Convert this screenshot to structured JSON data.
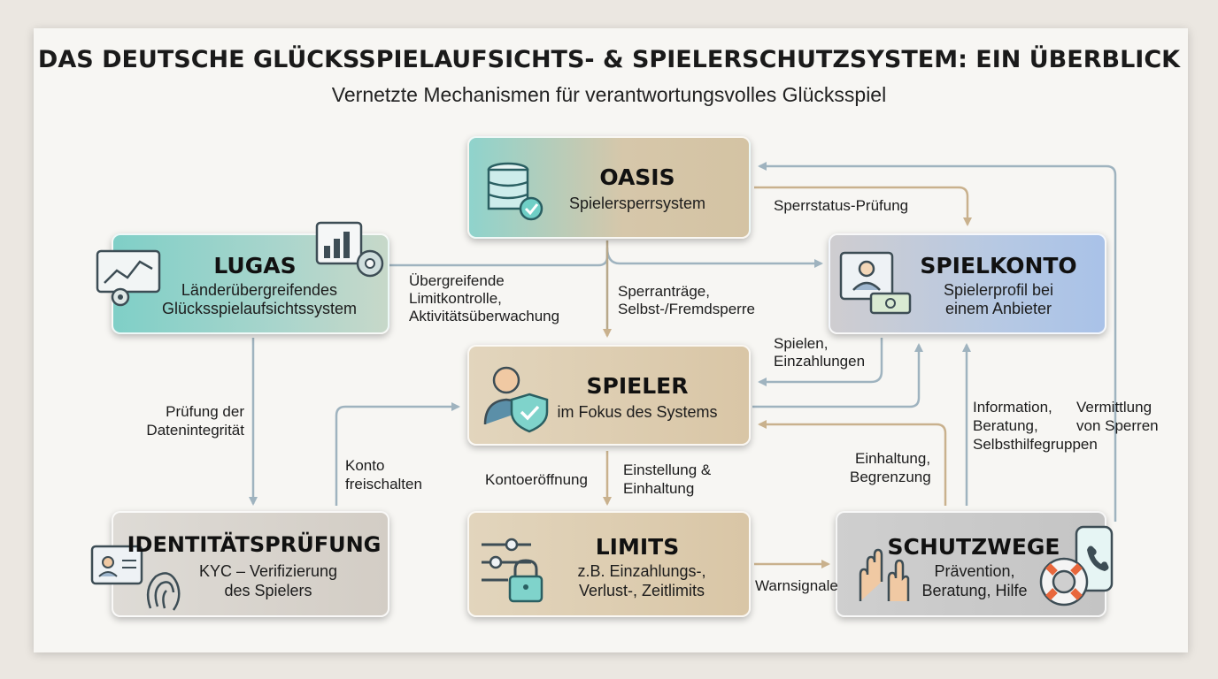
{
  "title": "DAS DEUTSCHE GLÜCKSSPIELAUFSICHTS- & SPIELERSCHUTZSYSTEM: EIN ÜBERBLICK",
  "subtitle": "Vernetzte Mechanismen für verantwortungsvolles Glücksspiel",
  "nodes": {
    "oasis": {
      "title": "OASIS",
      "desc": "Spielersperrsystem",
      "icon": "database-check-icon"
    },
    "lugas": {
      "title": "LUGAS",
      "desc": [
        "Länderübergreifendes",
        "Glücksspielaufsichtssystem"
      ],
      "icon": "dashboard-chart-gear-icon"
    },
    "spielkonto": {
      "title": "SPIELKONTO",
      "desc": [
        "Spielerprofil bei",
        "einem Anbieter"
      ],
      "icon": "profile-card-money-icon"
    },
    "spieler": {
      "title": "SPIELER",
      "desc": "im Fokus des Systems",
      "icon": "person-shield-icon"
    },
    "identitaet": {
      "title": "IDENTITÄTSPRÜFUNG",
      "desc": [
        "KYC – Verifizierung",
        "des Spielers"
      ],
      "icon": "id-card-fingerprint-icon"
    },
    "limits": {
      "title": "LIMITS",
      "desc": [
        "z.B. Einzahlungs-,",
        "Verlust-, Zeitlimits"
      ],
      "icon": "sliders-lock-icon"
    },
    "schutzwege": {
      "title": "SCHUTZWEGE",
      "desc": [
        "Prävention,",
        "Beratung, Hilfe"
      ],
      "icon": "hands-lifebuoy-phone-icon"
    }
  },
  "edges": {
    "sperrstatus": "Sperrstatus-Prüfung",
    "uebergreifend": [
      "Übergreifende",
      "Limitkontrolle,",
      "Aktivitätsüberwachung"
    ],
    "sperrantraege": [
      "Sperranträge,",
      "Selbst-/Fremdsperre"
    ],
    "spielen": [
      "Spielen,",
      "Einzahlungen"
    ],
    "pruefung": [
      "Prüfung der",
      "Datenintegrität"
    ],
    "konto": [
      "Konto",
      "freischalten"
    ],
    "kontoeroeffnung": "Kontoeröffnung",
    "einstellung": [
      "Einstellung &",
      "Einhaltung"
    ],
    "warnsignale": "Warnsignale",
    "einhaltung": [
      "Einhaltung,",
      "Begrenzung"
    ],
    "information": [
      "Information,",
      "Beratung,",
      "Selbsthilfegruppen"
    ],
    "vermittlung": [
      "Vermittlung",
      "von Sperren"
    ]
  },
  "colors": {
    "teal": "#5fc4bd",
    "tan": "#d8c4a0",
    "gray": "#c9c9c9",
    "blue": "#a9c4e8",
    "arrow_gray": "#9fb3bf",
    "arrow_tan": "#c9b18d"
  }
}
